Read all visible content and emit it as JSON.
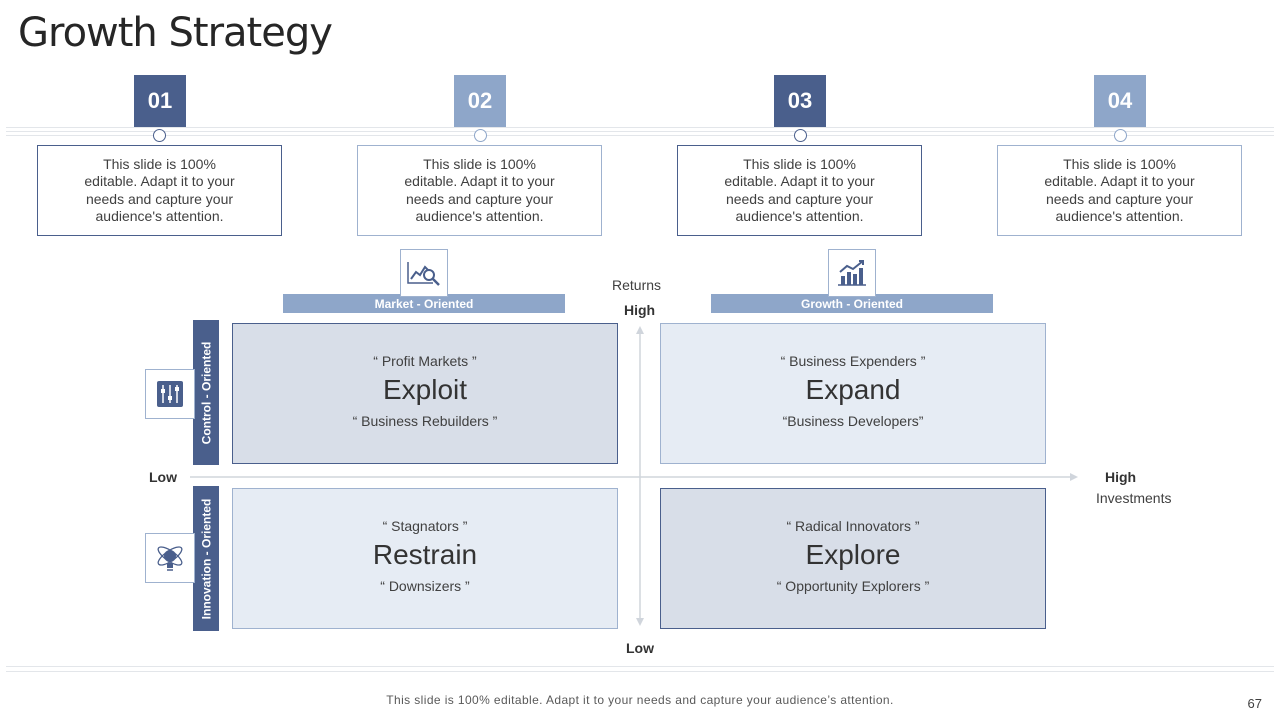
{
  "title": "Growth Strategy",
  "steps": [
    {
      "number": "01",
      "text": "This slide is 100% editable. Adapt it to your needs and capture your audience's attention."
    },
    {
      "number": "02",
      "text": "This slide is 100% editable. Adapt it to your needs and capture your audience's attention."
    },
    {
      "number": "03",
      "text": "This slide is 100% editable. Adapt it to your needs and capture your audience's attention."
    },
    {
      "number": "04",
      "text": "This slide is 100% editable. Adapt it to your needs and capture your audience's attention."
    }
  ],
  "matrix": {
    "columns": [
      "Market - Oriented",
      "Growth - Oriented"
    ],
    "rows": [
      "Control - Oriented",
      "Innovation - Oriented"
    ],
    "y_axis": {
      "label": "Returns",
      "high": "High",
      "low": "Low"
    },
    "x_axis": {
      "label": "Investments",
      "high": "High",
      "low": "Low"
    },
    "quadrants": [
      {
        "top": "“ Profit Markets ”",
        "name": "Exploit",
        "bottom": "“ Business Rebuilders ”"
      },
      {
        "top": "“ Business Expenders ”",
        "name": "Expand",
        "bottom": "“Business Developers”"
      },
      {
        "top": "“ Stagnators ”",
        "name": "Restrain",
        "bottom": "“ Downsizers  ”"
      },
      {
        "top": "“ Radical Innovators ”",
        "name": "Explore",
        "bottom": "“ Opportunity Explorers ”"
      }
    ]
  },
  "icons": [
    "chart-search-icon",
    "growth-chart-icon",
    "sliders-icon",
    "innovation-bulb-icon"
  ],
  "colors": {
    "dark": "#4a5f8c",
    "light": "#8ea6c9",
    "quad_dark": "#d8dee8",
    "quad_light": "#e6ecf4"
  },
  "footer": "This slide is 100% editable. Adapt it to your needs and capture your audience’s attention.",
  "page_number": "67"
}
